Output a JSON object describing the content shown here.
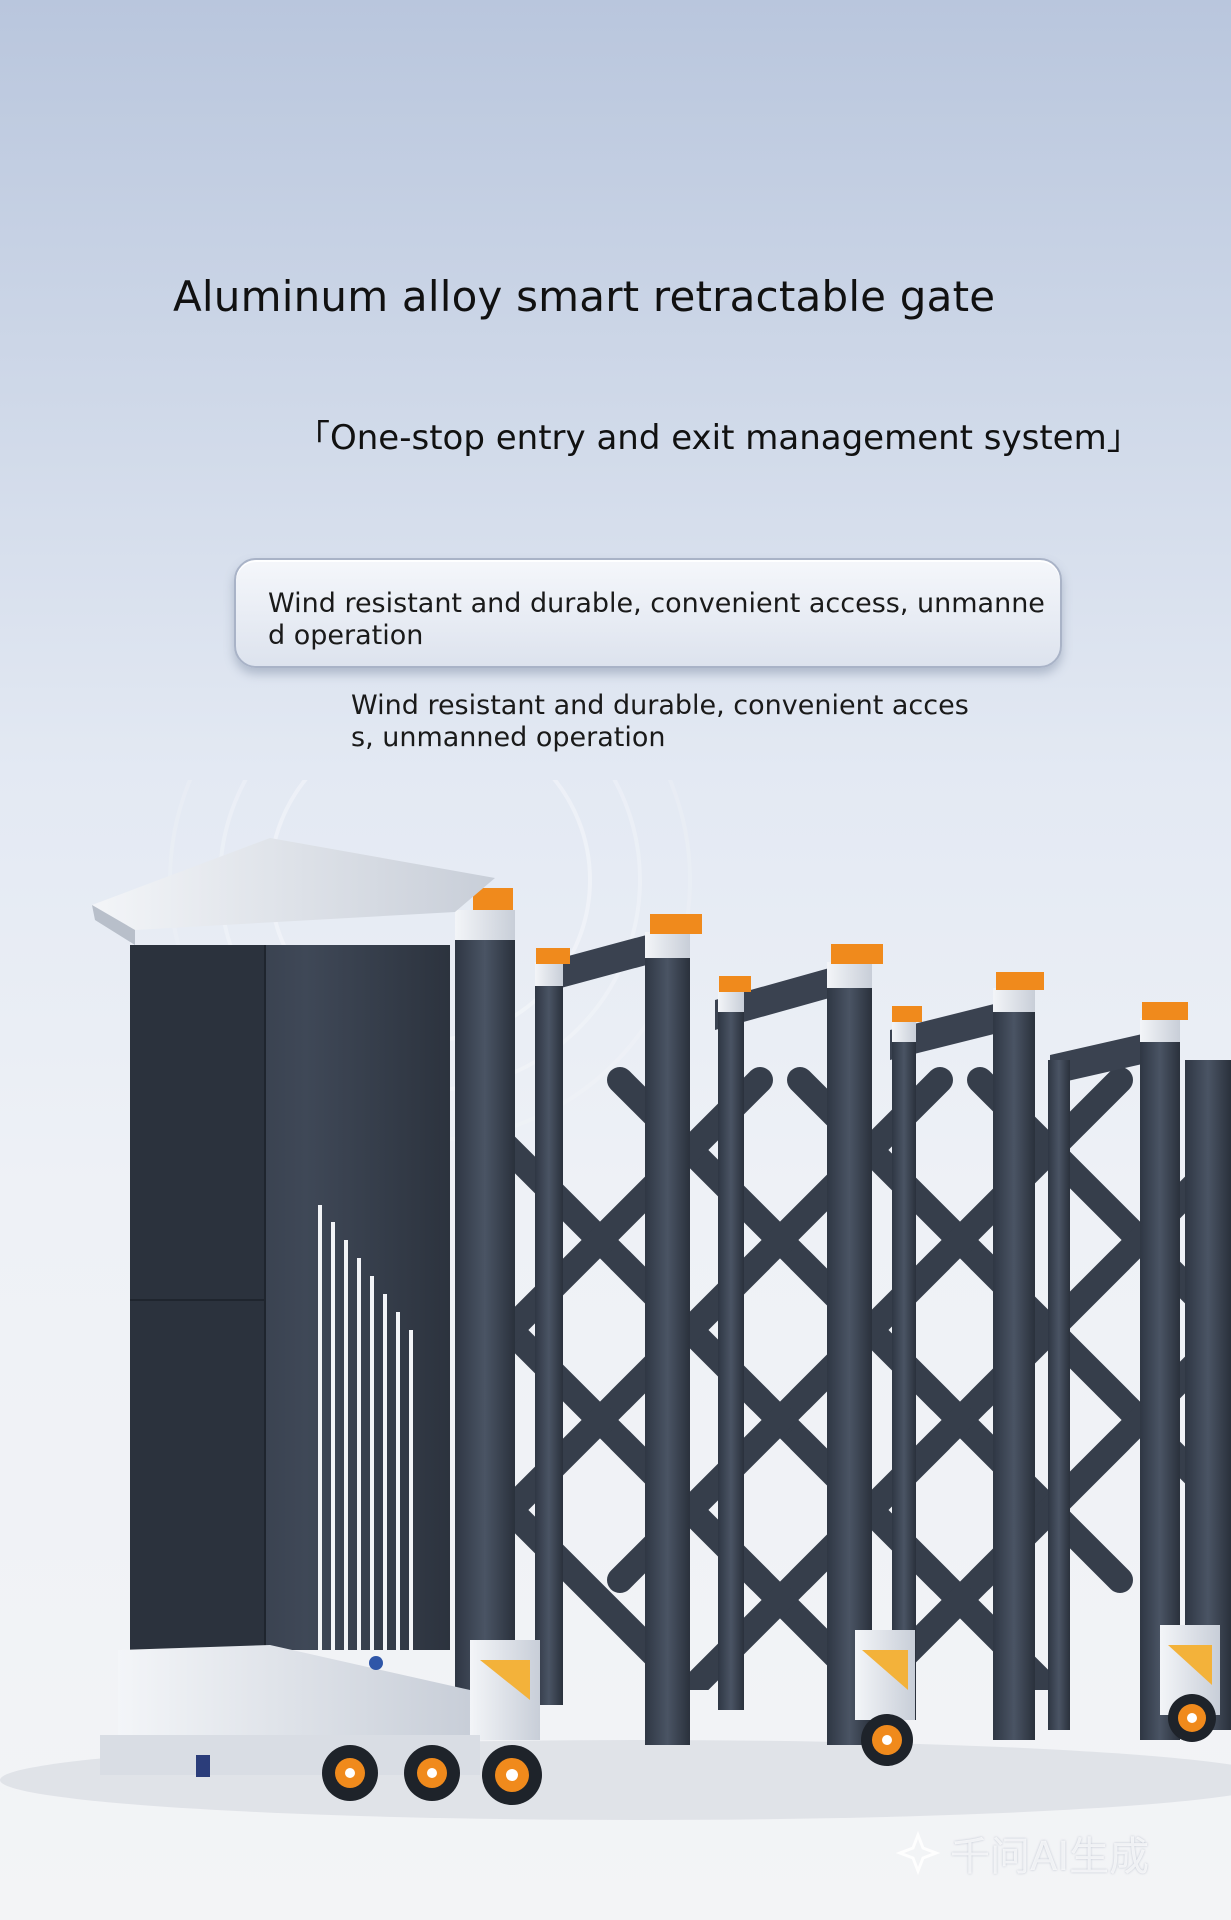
{
  "header": {
    "title": "Aluminum alloy smart retractable gate",
    "subtitle": "「One-stop entry and exit management system」"
  },
  "feature_pill": {
    "text": "Wind resistant and durable, convenient access, unmanned operation"
  },
  "description": {
    "text": "Wind resistant and durable, convenient access, unmanned operation"
  },
  "watermark": {
    "text": "千问AI生成"
  },
  "colors": {
    "frame_dark": "#3c4553",
    "accent_orange": "#f08a1c",
    "metal_light": "#e4e7ec"
  }
}
